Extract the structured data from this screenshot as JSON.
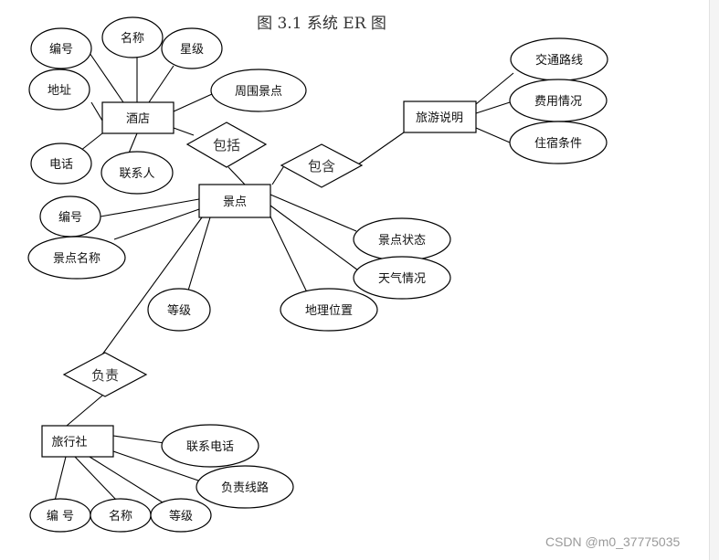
{
  "title": "图 3.1 系统 ER 图",
  "watermark": "CSDN @m0_37775035",
  "entities": {
    "hotel": "酒店",
    "scenic": "景点",
    "travel_guide": "旅游说明",
    "agency": "旅行社"
  },
  "relationships": {
    "hotel_scenic": "包括",
    "scenic_guide": "包含",
    "agency_scenic": "负责"
  },
  "attributes": {
    "hotel": [
      "编号",
      "名称",
      "星级",
      "周围景点",
      "地址",
      "电话",
      "联系人"
    ],
    "guide": [
      "交通路线",
      "费用情况",
      "住宿条件"
    ],
    "scenic": [
      "编号",
      "景点名称",
      "等级",
      "地理位置",
      "景点状态",
      "天气情况"
    ],
    "agency": [
      "联系电话",
      "负责线路",
      "编 号",
      "名称",
      "等级"
    ]
  }
}
